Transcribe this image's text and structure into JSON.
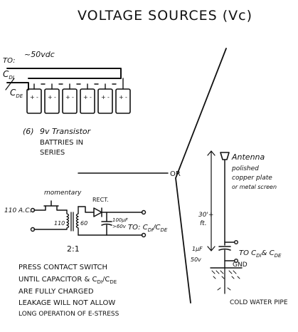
{
  "title": "VOLTAGE SOURCES (Vc)",
  "batteries": {
    "to_label": "TO:",
    "to_target_top": "C",
    "to_target_top_sub": "DI",
    "to_target_bottom": "C",
    "to_target_bottom_sub": "DE",
    "voltage": "~50vdc",
    "count_label": "(6)",
    "desc_line1": "9v Transistor",
    "desc_line2": "BATTRIES IN",
    "desc_line3": "SERIES",
    "cell_count": 6
  },
  "or_label": "OR",
  "transformer_circuit": {
    "switch_label": "momentary",
    "rect_label": "RECT.",
    "input_label": "110 A.C.",
    "primary_label": "110",
    "secondary_label": "60",
    "cap_label1": "100µF",
    "cap_label2": ">60v",
    "ratio_label": "2:1",
    "to_label": "TO: C",
    "to_sub1": "DI",
    "to_sep": "/C",
    "to_sub2": "DE"
  },
  "instructions": [
    "PRESS CONTACT SWITCH",
    "UNTIL CAPACITOR & C",
    "ARE FULLY CHARGED",
    "LEAKAGE WILL NOT ALLOW",
    "LONG OPERATION OF E-STRESS"
  ],
  "instr_line2_sub1": "DI",
  "instr_line2_sep": "/C",
  "instr_line2_sub2": "DE",
  "antenna_circuit": {
    "antenna_label": "Antenna",
    "plate_line1": "polished",
    "plate_line2": "copper plate",
    "plate_line3": "or metal screen",
    "height_label1": "30'+",
    "height_label2": "ft.",
    "cap_label1": "1µF",
    "cap_label2": "50v",
    "to_label": "TO C",
    "to_sub1": "DI",
    "to_sep": "& C",
    "to_sub2": "DE",
    "gnd_label": "GND",
    "pipe_label": "COLD WATER PIPE"
  }
}
